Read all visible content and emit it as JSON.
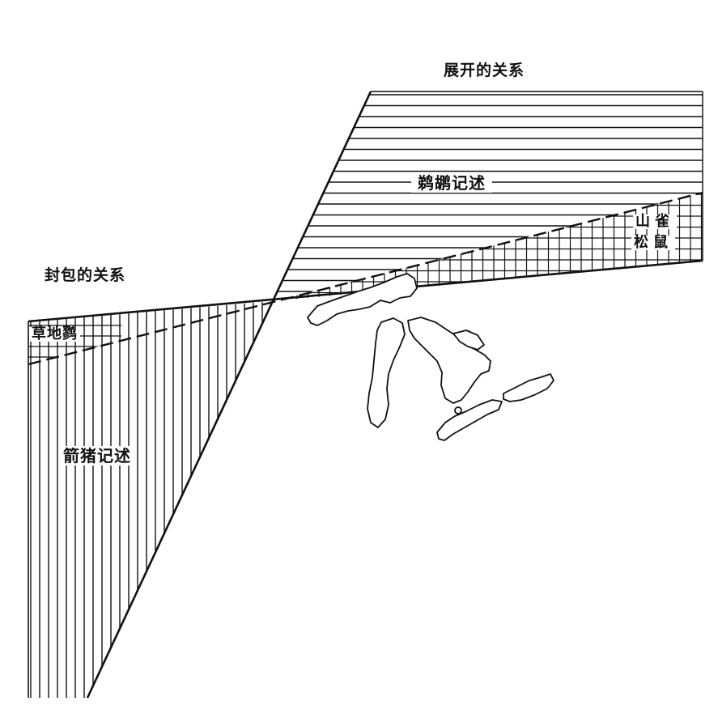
{
  "labels": {
    "expanded_relation": "展开的关系",
    "enveloped_relation": "封包的关系",
    "pelican_record": "鹈鹕记述",
    "porcupine_record": "箭猪记述",
    "meadowlark": "草地鹨",
    "chickadee_line1": "山雀",
    "chickadee_line2": "松鼠"
  },
  "colors": {
    "ink": "#111111",
    "background": "#ffffff"
  },
  "icons": {
    "map": "great-lakes-outline"
  }
}
